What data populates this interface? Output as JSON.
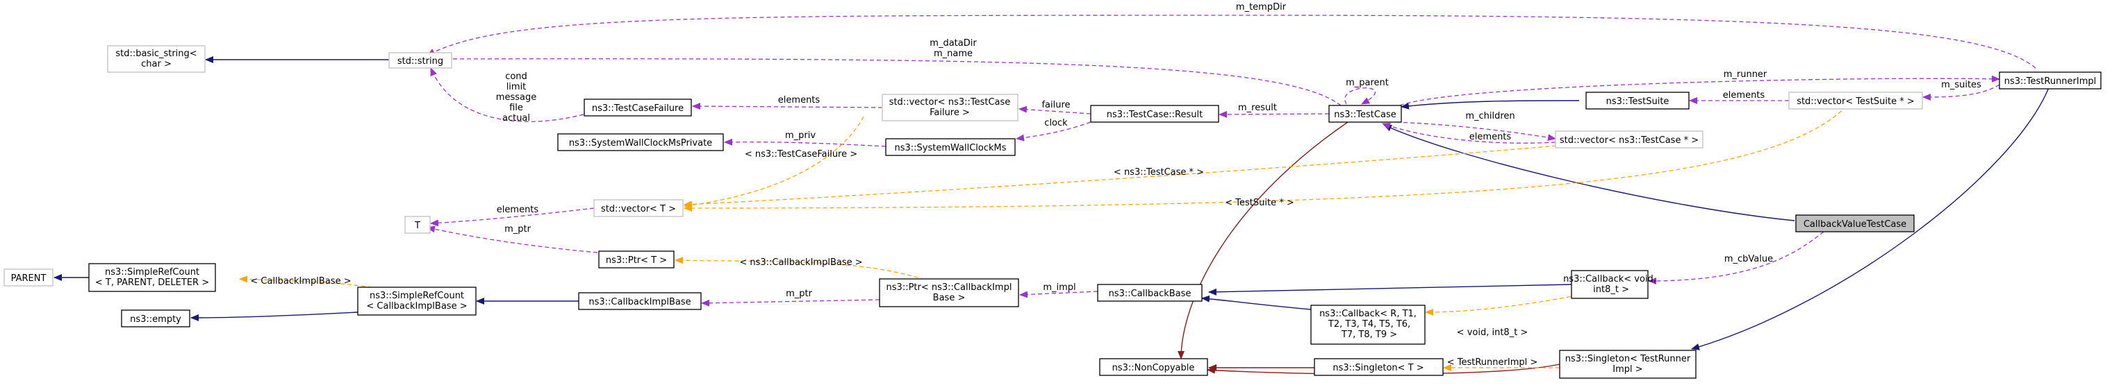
{
  "focus_class": "CallbackValueTestCase",
  "nodes": {
    "basic_string": "std::basic_string<\nchar >",
    "std_string": "std::string",
    "test_case_failure": "ns3::TestCaseFailure",
    "vector_tcf": "std::vector< ns3::TestCase\nFailure >",
    "tc_result": "ns3::TestCase::Result",
    "test_case": "ns3::TestCase",
    "test_suite": "ns3::TestSuite",
    "vector_ts": "std::vector< TestSuite * >",
    "test_runner_impl": "ns3::TestRunnerImpl",
    "swc_private": "ns3::SystemWallClockMsPrivate",
    "swc_ms": "ns3::SystemWallClockMs",
    "vector_tc": "std::vector< ns3::TestCase * >",
    "T": "T",
    "vector_T": "std::vector< T >",
    "ptr_T": "ns3::Ptr< T >",
    "parent": "PARENT",
    "simple_ref_count": "ns3::SimpleRefCount\n< T, PARENT, DELETER >",
    "empty": "ns3::empty",
    "simple_ref_count_cbi": "ns3::SimpleRefCount\n< CallbackImplBase >",
    "callback_impl_base": "ns3::CallbackImplBase",
    "ptr_cbi": "ns3::Ptr< ns3::CallbackImpl\nBase >",
    "callback_base": "ns3::CallbackBase",
    "callback_void": "ns3::Callback< void,\n int8_t >",
    "callback_generic": "ns3::Callback< R, T1,\n T2, T3, T4, T5, T6,\n T7, T8, T9 >",
    "callback_value_test_case": "CallbackValueTestCase",
    "non_copyable": "ns3::NonCopyable",
    "singleton_T": "ns3::Singleton< T >",
    "singleton_tri": "ns3::Singleton< TestRunner\nImpl >"
  },
  "edge_labels": {
    "m_tempDir": "m_tempDir",
    "m_dataDir_name": "m_dataDir\nm_name",
    "tcf_members": "cond\nlimit\nmessage\nfile\nactual",
    "elements_tcf": "elements",
    "failure": "failure",
    "clock": "clock",
    "m_result": "m_result",
    "m_parent": "m_parent",
    "m_runner": "m_runner",
    "m_suites": "m_suites",
    "elements_ts": "elements",
    "m_children": "m_children",
    "elements_tc": "elements",
    "m_priv": "m_priv",
    "tpl_tcf": "< ns3::TestCaseFailure >",
    "tpl_tc": "< ns3::TestCase * >",
    "tpl_ts": "< TestSuite * >",
    "elements_T": "elements",
    "m_ptr_T": "m_ptr",
    "tpl_cbi": "< ns3::CallbackImplBase >",
    "tpl_cbi2": "< CallbackImplBase >",
    "m_ptr_cbi": "m_ptr",
    "m_impl": "m_impl",
    "m_cbValue": "m_cbValue",
    "tpl_void": "< void, int8_t >",
    "tpl_tri": "< TestRunnerImpl >"
  }
}
